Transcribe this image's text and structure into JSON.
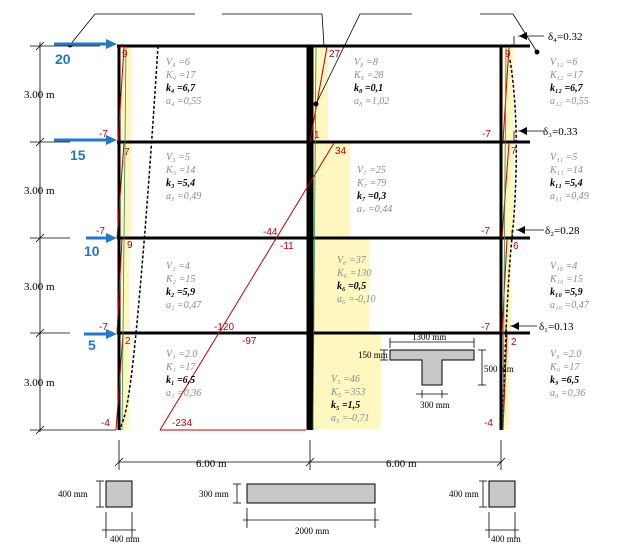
{
  "storey_heights": [
    "3.00 m",
    "3.00 m",
    "3.00 m",
    "3.00 m"
  ],
  "bay_spans": [
    "6.00 m",
    "6.00 m"
  ],
  "lateral_loads": [
    "20",
    "15",
    "10",
    "5"
  ],
  "drifts": [
    "δ₄=0.32",
    "δ₃=0.33",
    "δ₂=0.28",
    "δ₁=0.13"
  ],
  "moments": {
    "left": [
      "9",
      "-7",
      "7",
      "-7",
      "9",
      "-7",
      "2",
      "-4"
    ],
    "middle": [
      "27",
      "1",
      "34",
      "-44",
      "-11",
      "-120",
      "-97",
      "-234"
    ],
    "right": [
      "9",
      "-7",
      "7",
      "-7",
      "6",
      "-7",
      "2",
      "-4"
    ]
  },
  "columns": {
    "left": [
      {
        "V": "V₄ =6",
        "K": "K₄ =17",
        "k": "k₄ =6,7",
        "a": "a₄ =0,55"
      },
      {
        "V": "V₃ =5",
        "K": "K₃ =14",
        "k": "k₃ =5,4",
        "a": "a₃ =0,49"
      },
      {
        "V": "V₂ =4",
        "K": "K₂ =15",
        "k": "k₂ =5,9",
        "a": "a₂ =0,47"
      },
      {
        "V": "V₁ =2.0",
        "K": "K₁ =17",
        "k": "k₁ =6,5",
        "a": "a₁ =0,36"
      }
    ],
    "middle": [
      {
        "V": "V₈ =8",
        "K": "K₈ =28",
        "k": "k₈ =0,1",
        "a": "a₈ =1,02"
      },
      {
        "V": "V₇ =25",
        "K": "K₇ =79",
        "k": "k₇ =0,3",
        "a": "a₇ =0,44"
      },
      {
        "V": "V₆ =37",
        "K": "K₆ =130",
        "k": "k₆ =0,5",
        "a": "a₆ =-0,10"
      },
      {
        "V": "V₅ =46",
        "K": "K₅ =353",
        "k": "k₅ =1,5",
        "a": "a₅ =-0,71"
      }
    ],
    "right": [
      {
        "V": "V₁₂ =6",
        "K": "K₁₂ =17",
        "k": "k₁₂ =6,7",
        "a": "a₁₂ =0,55"
      },
      {
        "V": "V₁₁ =5",
        "K": "K₁₁ =14",
        "k": "k₁₁ =5,4",
        "a": "a₁₁ =0,49"
      },
      {
        "V": "V₁₀ =4",
        "K": "K₁₀ =15",
        "k": "k₁₀ =5,9",
        "a": "a₁₀ =0,47"
      },
      {
        "V": "V₉ =2.0",
        "K": "K₉ =17",
        "k": "k₉ =6,5",
        "a": "a₉ =0,36"
      }
    ]
  },
  "beam_section": {
    "width": "1300 mm",
    "flange": "150 mm",
    "depth": "500 mm",
    "web": "300 mm"
  },
  "sections": {
    "left_col": {
      "h": "400 mm",
      "w": "400 mm"
    },
    "wall": {
      "h": "300 mm",
      "w": "2000 mm"
    },
    "right_col": {
      "h": "400 mm",
      "w": "400 mm"
    }
  }
}
